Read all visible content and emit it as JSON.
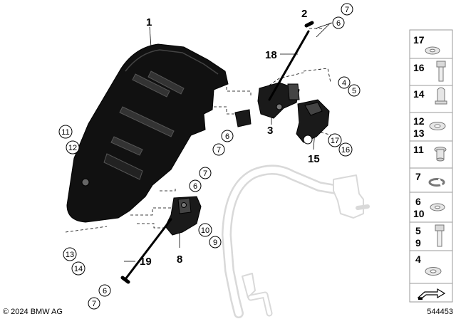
{
  "callouts": {
    "c1": "1",
    "c2": "2",
    "c3": "3",
    "c8": "8",
    "c15": "15",
    "c18": "18",
    "c19": "19",
    "b7a": "7",
    "b6a": "6",
    "b4": "4",
    "b5": "5",
    "b6b": "6",
    "b7b": "7",
    "b17": "17",
    "b16": "16",
    "b11": "11",
    "b12": "12",
    "b7c": "7",
    "b6c": "6",
    "b10": "10",
    "b9": "9",
    "b13": "13",
    "b14": "14",
    "b6d": "6",
    "b7d": "7"
  },
  "sidebar": {
    "items": [
      {
        "labels": [
          "17"
        ],
        "icon": "washer-icon"
      },
      {
        "labels": [
          "16"
        ],
        "icon": "hex-bolt-icon"
      },
      {
        "labels": [
          "14"
        ],
        "icon": "pin-icon"
      },
      {
        "labels": [
          "12",
          "13"
        ],
        "icon": "washer-icon"
      },
      {
        "labels": [
          "11"
        ],
        "icon": "rivet-nut-icon"
      },
      {
        "labels": [
          "7"
        ],
        "icon": "split-ring-icon"
      },
      {
        "labels": [
          "6",
          "10"
        ],
        "icon": "washer-icon"
      },
      {
        "labels": [
          "5",
          "9"
        ],
        "icon": "hex-bolt-icon"
      },
      {
        "labels": [
          "4"
        ],
        "icon": "washer-icon"
      }
    ]
  },
  "footer": {
    "copyright": "© 2024 BMW AG",
    "diagram_number": "544453"
  }
}
